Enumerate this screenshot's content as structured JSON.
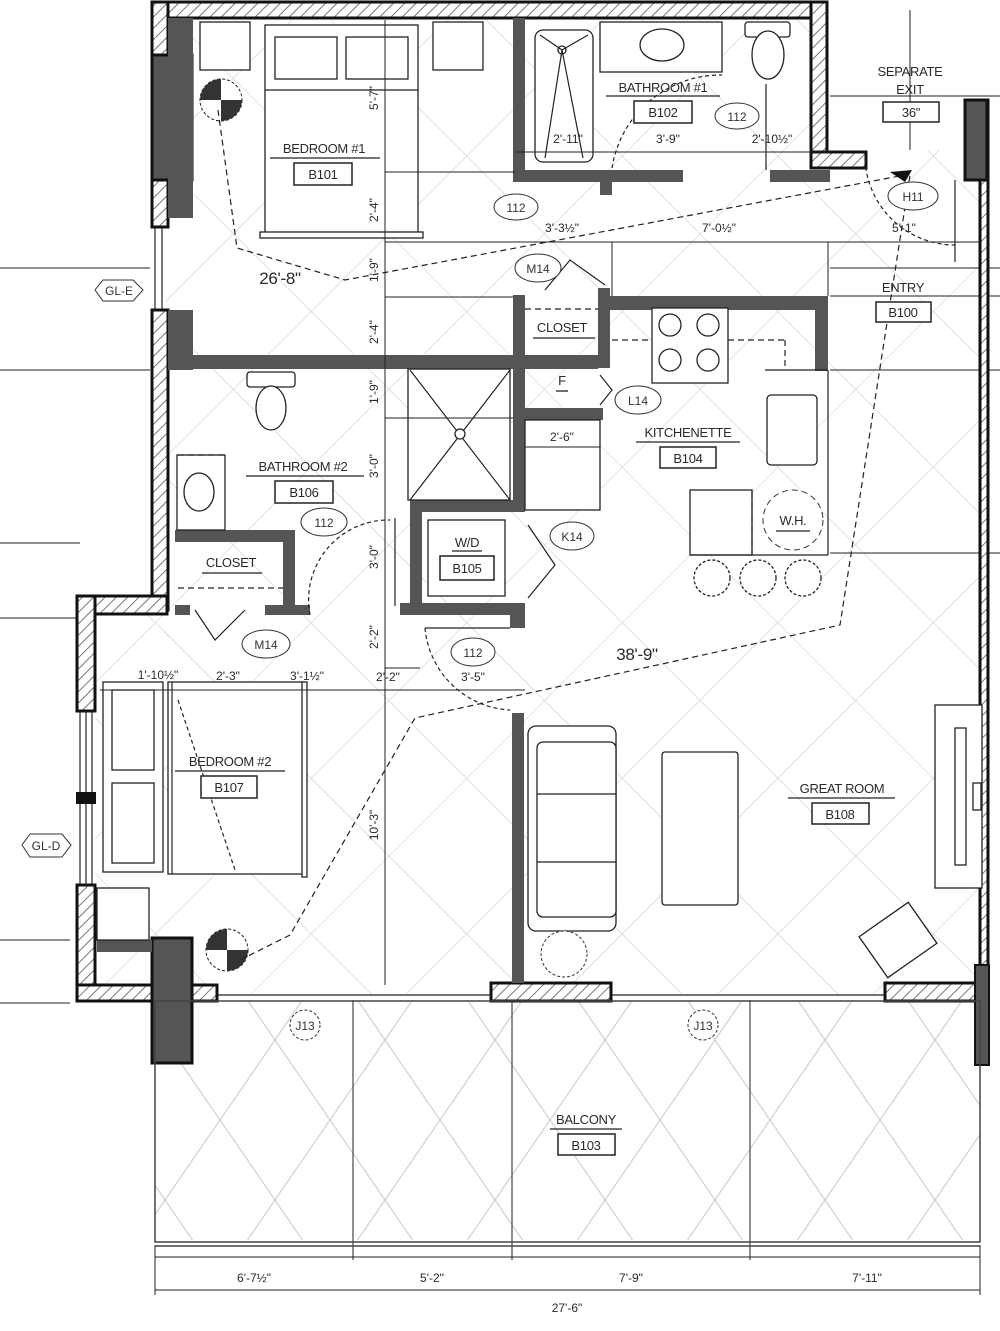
{
  "plan": {
    "rooms": [
      {
        "name": "BEDROOM #1",
        "id": "B101"
      },
      {
        "name": "BATHROOM #1",
        "id": "B102"
      },
      {
        "name": "SEPARATE EXIT",
        "id": "36\""
      },
      {
        "name": "ENTRY",
        "id": "B100"
      },
      {
        "name": "CLOSET",
        "id": ""
      },
      {
        "name": "F",
        "id": ""
      },
      {
        "name": "KITCHENETTE",
        "id": "B104"
      },
      {
        "name": "BATHROOM #2",
        "id": "B106"
      },
      {
        "name": "CLOSET",
        "id": ""
      },
      {
        "name": "W/D",
        "id": "B105"
      },
      {
        "name": "BEDROOM #2",
        "id": "B107"
      },
      {
        "name": "GREAT ROOM",
        "id": "B108"
      },
      {
        "name": "BALCONY",
        "id": "B103"
      }
    ],
    "fixtures": {
      "water_heater": "W.H."
    },
    "tags": {
      "door_b1": "112",
      "door_bath1": "112",
      "door_entry": "H11",
      "closet_m14_top": "M14",
      "pantry_l14": "L14",
      "wd_k14": "K14",
      "door_bath2": "112",
      "closet_m14_bed2": "M14",
      "door_bed2": "112",
      "balcony_j13_left": "J13",
      "balcony_j13_right": "J13"
    },
    "grid_lines": {
      "e": "GL-E",
      "d": "GL-D"
    },
    "dimensions": {
      "bath1_tub": "2'-11\"",
      "bath1_mid": "3'-9\"",
      "bath1_right": "2'-10½\"",
      "hall_left": "3'-3½\"",
      "hall_mid": "7'-0½\"",
      "entry_width": "5'-1\"",
      "bed1_v1": "5'-7\"",
      "bed1_v2": "2'-4\"",
      "hall_v": "1'-9\"",
      "closet_v": "2'-4\"",
      "bath2_v1": "1'-9\"",
      "bath2_v2": "3'-0\"",
      "wd_v": "3'-0\"",
      "bed2_v": "2'-2\"",
      "pantry_w": "2'-6\"",
      "bed2_h1": "1'-10½\"",
      "bed2_h2": "2'-3\"",
      "bed2_h3": "3'-1½\"",
      "bed2_h4": "2'-2\"",
      "bed2_h5": "3'-5\"",
      "great_v": "10'-3\"",
      "diag_bed1": "26'-8\"",
      "diag_great": "38'-9\"",
      "bottom_1": "6'-7½\"",
      "bottom_2": "5'-2\"",
      "bottom_3": "7'-9\"",
      "bottom_4": "7'-11\"",
      "bottom_total": "27'-6\""
    }
  }
}
